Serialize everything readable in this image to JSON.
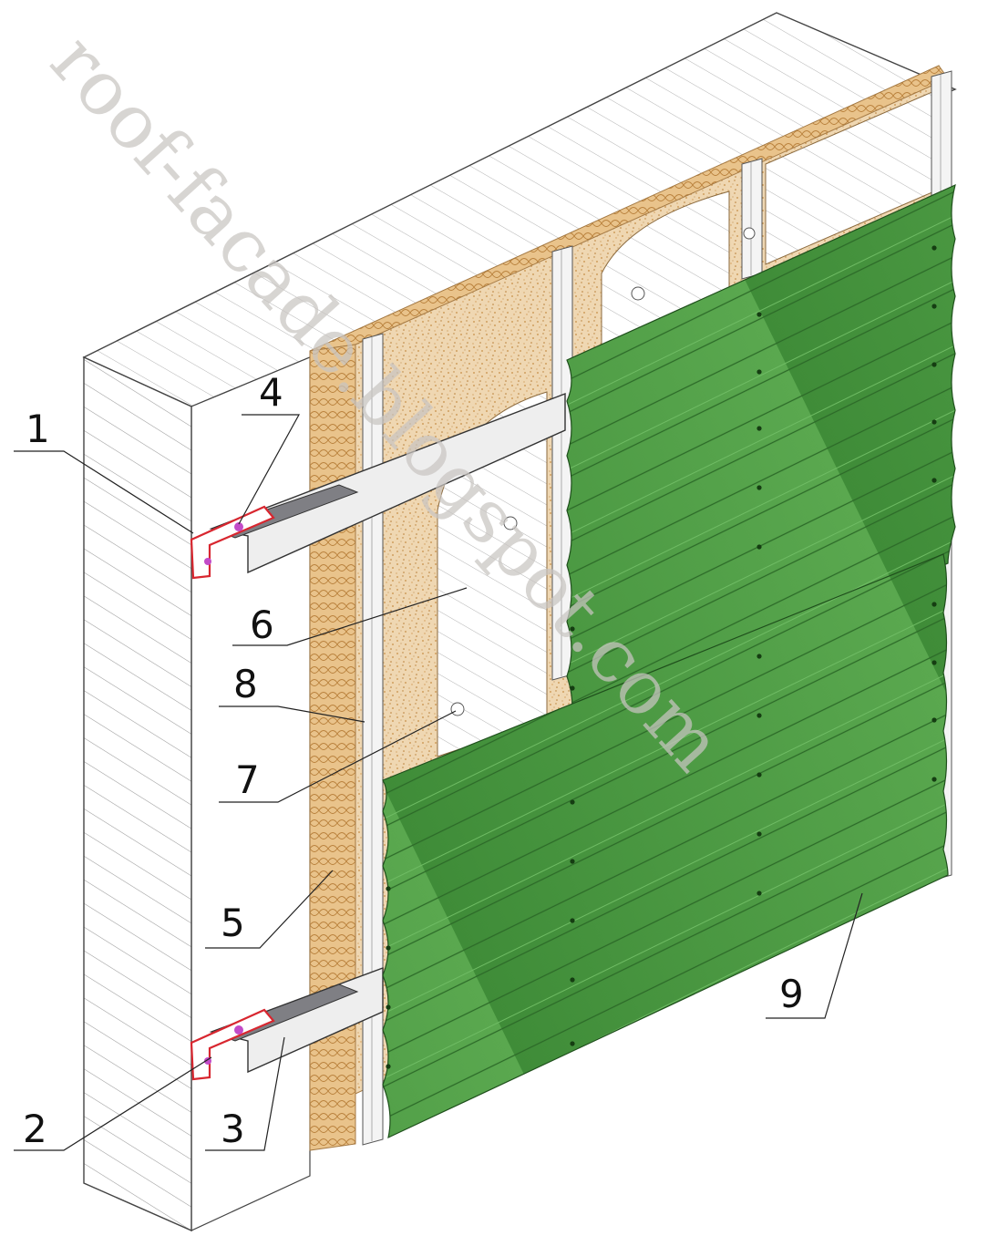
{
  "watermark": "roof-facade.blogspot.com",
  "callouts": [
    {
      "id": "1",
      "text": "1"
    },
    {
      "id": "2",
      "text": "2"
    },
    {
      "id": "3",
      "text": "3"
    },
    {
      "id": "4",
      "text": "4"
    },
    {
      "id": "5",
      "text": "5"
    },
    {
      "id": "6",
      "text": "6"
    },
    {
      "id": "7",
      "text": "7"
    },
    {
      "id": "8",
      "text": "8"
    },
    {
      "id": "9",
      "text": "9"
    }
  ],
  "colors": {
    "wall_hatch": "#8a8a8a",
    "insulation": "#e8c99a",
    "insulation_dots": "#c4914f",
    "cladding_light": "#4c9a44",
    "cladding_dark": "#2f6f2c",
    "bracket": "#d8262f",
    "fastener": "#c24bc8"
  },
  "icons": [
    "bracket-icon",
    "anchor-bolt-icon",
    "dowel-icon",
    "rivet-icon"
  ]
}
